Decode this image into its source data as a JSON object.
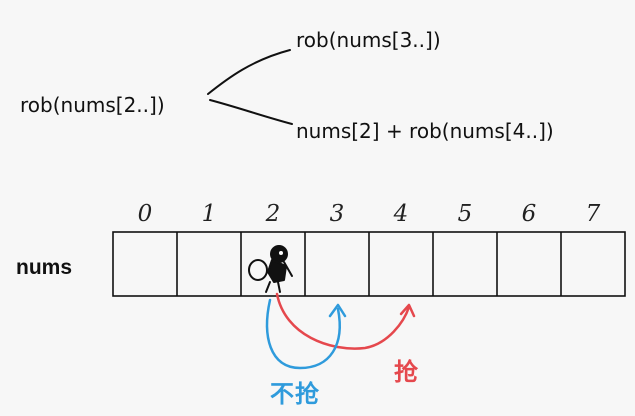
{
  "tree": {
    "root": "rob(nums[2..])",
    "skip_branch": "rob(nums[3..])",
    "take_branch": "nums[2] + rob(nums[4..])"
  },
  "array": {
    "label": "nums",
    "indices": [
      "0",
      "1",
      "2",
      "3",
      "4",
      "5",
      "6",
      "7"
    ],
    "robber_icon": "robber-icon"
  },
  "arrows": {
    "skip_label": "不抢",
    "take_label": "抢",
    "skip_color": "#2f9bdc",
    "take_color": "#e5484d"
  }
}
